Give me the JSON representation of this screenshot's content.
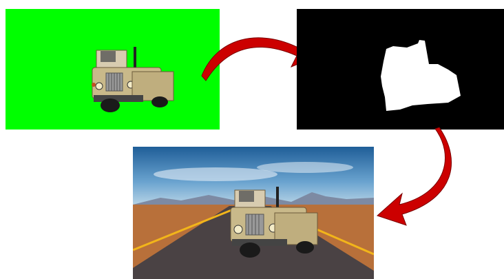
{
  "colors": {
    "chroma_key_green": "#00ff00",
    "mask_background": "#000000",
    "mask_foreground": "#ffffff",
    "arrow_red": "#cc0000",
    "sky_blue": "#2f6fa8",
    "desert_orange": "#b8703a",
    "road_gray": "#4a4244",
    "road_line_yellow": "#f2b51a",
    "jeep_body": "#c9b98a"
  },
  "panels": [
    {
      "id": "green-screen",
      "content": "jeep-on-green-screen"
    },
    {
      "id": "alpha-mask",
      "content": "white-jeep-silhouette-on-black"
    },
    {
      "id": "composite",
      "content": "jeep-on-desert-road"
    }
  ],
  "arrows": [
    {
      "from": "green-screen",
      "to": "alpha-mask",
      "icon": "curved-arrow-right"
    },
    {
      "from": "alpha-mask",
      "to": "composite",
      "icon": "curved-arrow-down-left"
    }
  ]
}
